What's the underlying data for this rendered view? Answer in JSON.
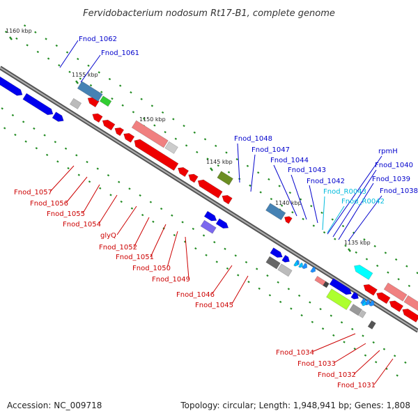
{
  "title": "Fervidobacterium nodosum Rt17-B1, complete genome",
  "footer": {
    "accession": "Accession: NC_009718",
    "summary": "Topology: circular; Length: 1,948,941 bp; Genes: 1,808"
  },
  "colors": {
    "backbone": "#808080",
    "tick": "#228b22",
    "label_forward": "#0000cc",
    "label_reverse": "#cc0000",
    "label_rna": "#00bbdd"
  },
  "scale_labels": [
    "1160 kbp",
    "1155 kbp",
    "1150 kbp",
    "1145 kbp",
    "1140 kbp",
    "1135 kbp"
  ],
  "gene_labels_forward": [
    "Fnod_1062",
    "Fnod_1061",
    "Fnod_1048",
    "Fnod_1047",
    "Fnod_1044",
    "Fnod_1043",
    "Fnod_1042",
    "rpmH",
    "Fnod_1040",
    "Fnod_1039",
    "Fnod_1038"
  ],
  "gene_labels_rna": [
    "Fnod_R0043",
    "Fnod_R0042"
  ],
  "gene_labels_reverse": [
    "Fnod_1057",
    "Fnod_1056",
    "Fnod_1055",
    "Fnod_1054",
    "glyQ",
    "Fnod_1052",
    "Fnod_1051",
    "Fnod_1050",
    "Fnod_1049",
    "Fnod_1046",
    "Fnod_1045",
    "Fnod_1034",
    "Fnod_1033",
    "Fnod_1032",
    "Fnod_1031"
  ]
}
